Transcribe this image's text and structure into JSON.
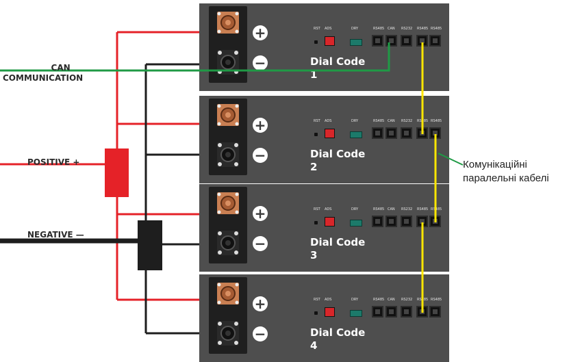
{
  "labels": {
    "can": [
      "CAN",
      "COMMUNICATION"
    ],
    "positive": "POSITIVE +",
    "negative": "NEGATIVE —"
  },
  "annotation": [
    "Комунікаційні",
    "паралельні кабелі"
  ],
  "modules": [
    {
      "dial_word": "Dial Code",
      "dial_number": "1"
    },
    {
      "dial_word": "Dial Code",
      "dial_number": "2"
    },
    {
      "dial_word": "Dial Code",
      "dial_number": "3"
    },
    {
      "dial_word": "Dial Code",
      "dial_number": "4"
    }
  ],
  "terminal_signs": {
    "plus": "+",
    "minus": "−"
  },
  "port_labels": [
    "RST",
    "ADS",
    "DRY",
    "RS485",
    "CAN",
    "RS232",
    "RS485",
    "RS485"
  ],
  "colors": {
    "positive_wire": "#e52228",
    "negative_wire": "#1e1e1e",
    "can_wire": "#1f9a45",
    "parallel_cable": "#ffe600",
    "module_panel": "#4e4e4e",
    "dip_switch": "#d8262a"
  }
}
